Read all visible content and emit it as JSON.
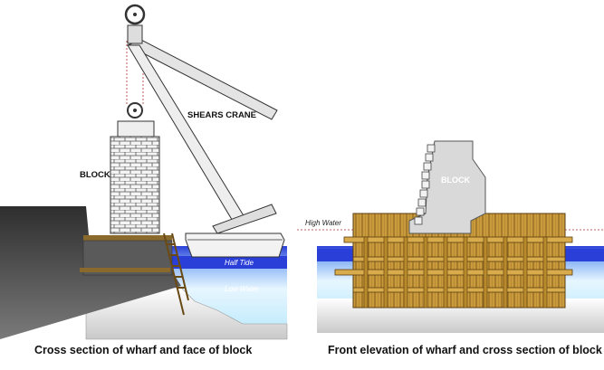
{
  "left_panel": {
    "crane_label": "SHEARS CRANE",
    "block_label": "BLOCK",
    "half_tide_label": "Half Tide",
    "low_water_label": "Low Water",
    "caption": "Cross section of wharf and face of block"
  },
  "right_panel": {
    "block_label": "BLOCK",
    "high_water_label": "High Water",
    "caption": "Front elevation of wharf and cross section of block"
  },
  "colors": {
    "water_blue": "#2233cc",
    "water_light": "#cdeefd",
    "ground_dark": "#3f3f3f",
    "ground_light": "#d3d3d3",
    "timber": "#c89a3a",
    "timber_dark": "#6b4a12",
    "block_grey": "#d9d9d9",
    "high_water_line": "#b03030"
  }
}
